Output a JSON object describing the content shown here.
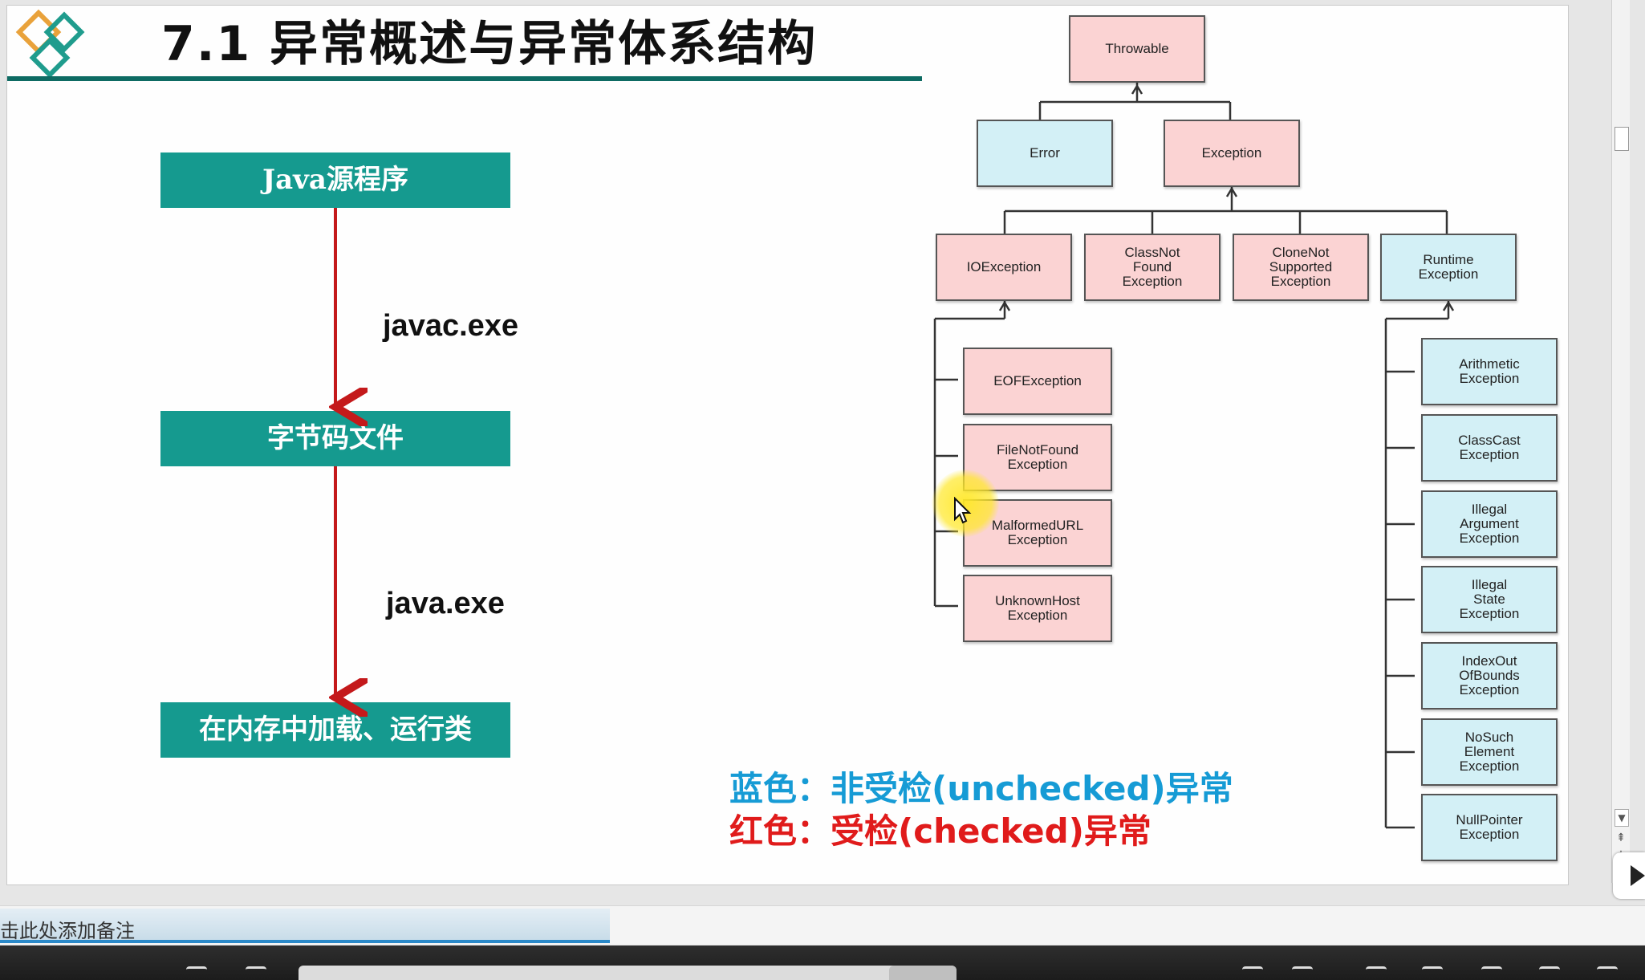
{
  "slide": {
    "title": "7.1 异常概述与异常体系结构"
  },
  "flow": {
    "boxes": [
      "Java源程序",
      "字节码文件",
      "在内存中加载、运行类"
    ],
    "arrows": [
      "javac.exe",
      "java.exe"
    ]
  },
  "hierarchy": {
    "root": "Throwable",
    "level1": [
      "Error",
      "Exception"
    ],
    "level2": [
      "IOException",
      "ClassNot\nFound\nException",
      "CloneNot\nSupported\nException",
      "Runtime\nException"
    ],
    "io_children": [
      "EOFException",
      "FileNotFound\nException",
      "MalformedURL\nException",
      "UnknownHost\nException"
    ],
    "runtime_children": [
      "Arithmetic\nException",
      "ClassCast\nException",
      "Illegal\nArgument\nException",
      "Illegal\nState\nException",
      "IndexOut\nOfBounds\nException",
      "NoSuch\nElement\nException",
      "NullPointer\nException"
    ],
    "colors": {
      "checked": "#fbd3d3",
      "unchecked": "#d3f0f6"
    }
  },
  "legend": {
    "unchecked": "蓝色：非受检(unchecked)异常",
    "checked": "红色：受检(checked)异常"
  },
  "notes": {
    "placeholder": "击此处添加备注"
  }
}
